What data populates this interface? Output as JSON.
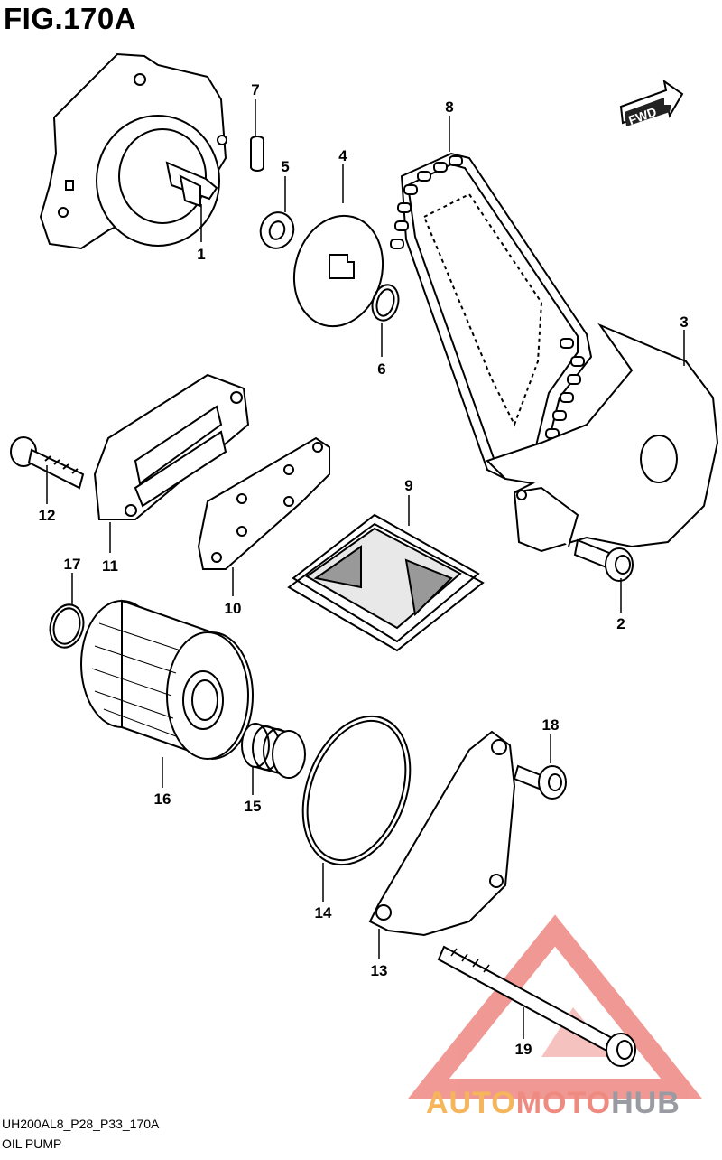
{
  "title": "FIG.170A",
  "footer": {
    "code": "UH200AL8_P28_P33_170A",
    "caption": "OIL PUMP"
  },
  "fwd_label": "FWD",
  "watermark": {
    "auto": "AUTO",
    "moto": "MOTO",
    "hub": "HUB",
    "colors": {
      "auto": "#f6b55a",
      "moto": "#ef8a80",
      "hub": "#9a9aa2",
      "logo": "#ee8882"
    }
  },
  "callouts": [
    "1",
    "2",
    "3",
    "4",
    "5",
    "6",
    "7",
    "8",
    "9",
    "10",
    "11",
    "12",
    "13",
    "14",
    "15",
    "16",
    "17",
    "18",
    "19"
  ]
}
